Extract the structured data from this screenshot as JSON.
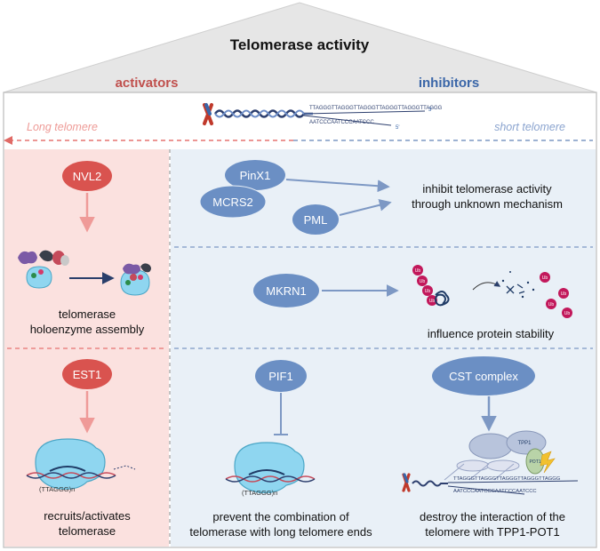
{
  "title": "Telomerase activity",
  "activators_label": "activators",
  "inhibitors_label": "inhibitors",
  "long_telomere_label": "Long telomere",
  "short_telomere_label": "short telomere",
  "dna": {
    "top_strand": "TTAGGGTTAGGGTTAGGGTTAGGGTTAGGGTTAGGG",
    "bottom_strand": "AATCCCAATCCCAATCCC",
    "three_prime": "3'",
    "five_prime": "5'"
  },
  "activators": {
    "nvl2": "NVL2",
    "nvl2_caption_line1": "telomerase",
    "nvl2_caption_line2": "holoenzyme assembly",
    "est1": "EST1",
    "est1_caption_line1": "recruits/activates",
    "est1_caption_line2": "telomerase",
    "repeat_label": "(TTAGGG)n"
  },
  "inhibitors": {
    "pinx1": "PinX1",
    "mcrs2": "MCRS2",
    "pml": "PML",
    "row1_caption_line1": "inhibit telomerase activity",
    "row1_caption_line2": "through unknown mechanism",
    "mkrn1": "MKRN1",
    "ub_label": "Ub",
    "row2_caption": "influence protein stability",
    "pif1": "PIF1",
    "pif1_caption_line1": "prevent the combination of",
    "pif1_caption_line2": "telomerase with long telomere ends",
    "repeat_label": "(TTAGGG)n",
    "cst": "CST complex",
    "cst_caption_line1": "destroy the interaction of the",
    "cst_caption_line2": "telomere with TPP1-POT1",
    "tpp1": "TPP1",
    "pot1": "POT1",
    "cst_top_strand": "TTAGGGTTAGGGTTAGGGTTAGGGTTAGGG",
    "cst_bottom_strand": "AATCCCAATCCCAATCCCAATCCC"
  },
  "colors": {
    "activator_red": "#c0504d",
    "inhibitor_blue": "#3a66a8",
    "pink_panel": "#fbe0df",
    "blue_panel": "#e9f0f7",
    "roof": "#e5e5e5",
    "red_node": "#d9534f",
    "blue_node": "#6b8fc4"
  }
}
